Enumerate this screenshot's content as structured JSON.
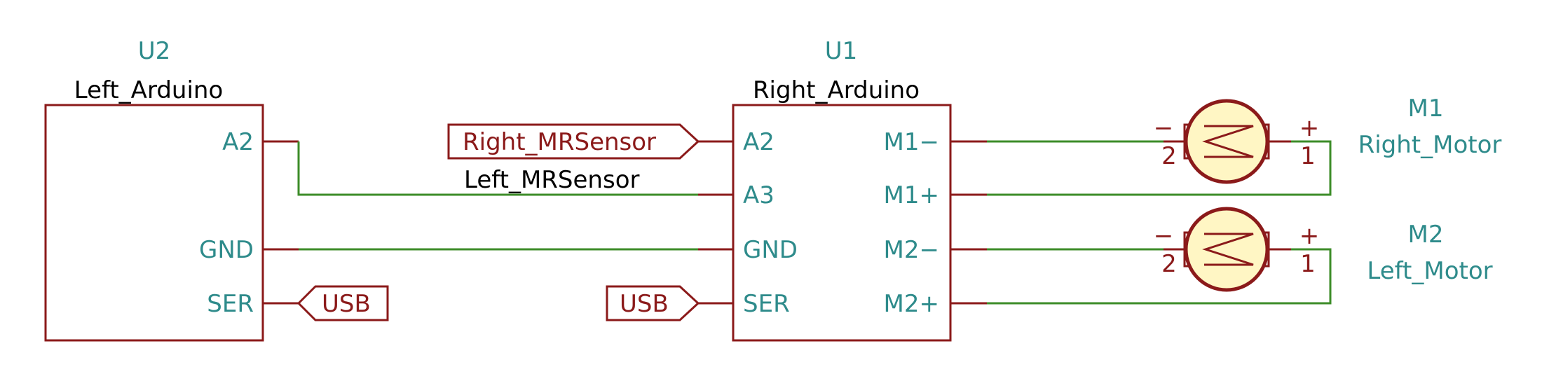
{
  "components": {
    "u2": {
      "ref": "U2",
      "value": "Left_Arduino",
      "pins": {
        "a2": "A2",
        "gnd": "GND",
        "ser": "SER"
      }
    },
    "u1": {
      "ref": "U1",
      "value": "Right_Arduino",
      "left_pins": {
        "a2": "A2",
        "a3": "A3",
        "gnd": "GND",
        "ser": "SER"
      },
      "right_pins": {
        "m1n": "M1−",
        "m1p": "M1+",
        "m2n": "M2−",
        "m2p": "M2+"
      }
    },
    "m1": {
      "ref": "M1",
      "value": "Right_Motor",
      "minus": "−",
      "plus": "+",
      "pin2": "2",
      "pin1": "1"
    },
    "m2": {
      "ref": "M2",
      "value": "Left_Motor",
      "minus": "−",
      "plus": "+",
      "pin2": "2",
      "pin1": "1"
    }
  },
  "labels": {
    "right_sensor": "Right_MRSensor",
    "left_sensor": "Left_MRSensor",
    "usb_left": "USB",
    "usb_mid": "USB"
  },
  "colors": {
    "component": "#8b1a1a",
    "pin_text": "#2e8b8b",
    "wire": "#3c8c28",
    "motor_fill": "#fff6c4"
  }
}
